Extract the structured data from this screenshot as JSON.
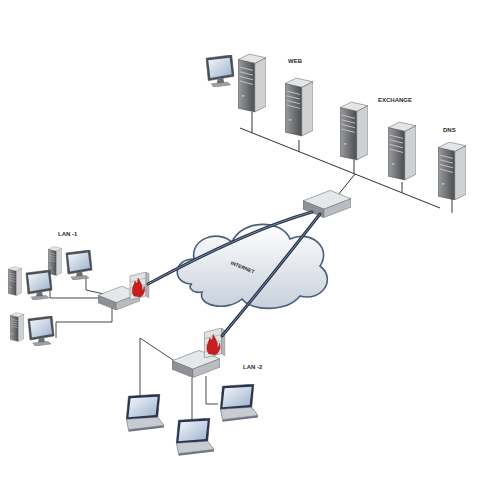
{
  "diagram": {
    "nodes": [
      {
        "text": [
          "WEB"
        ]
      },
      {
        "text": [
          "EXCHANGE"
        ]
      },
      {
        "text": [
          "DNS"
        ]
      },
      {
        "text": [
          "INTERNET"
        ]
      }
    ],
    "labels": [
      "LAN -1",
      "LAN -2"
    ]
  }
}
